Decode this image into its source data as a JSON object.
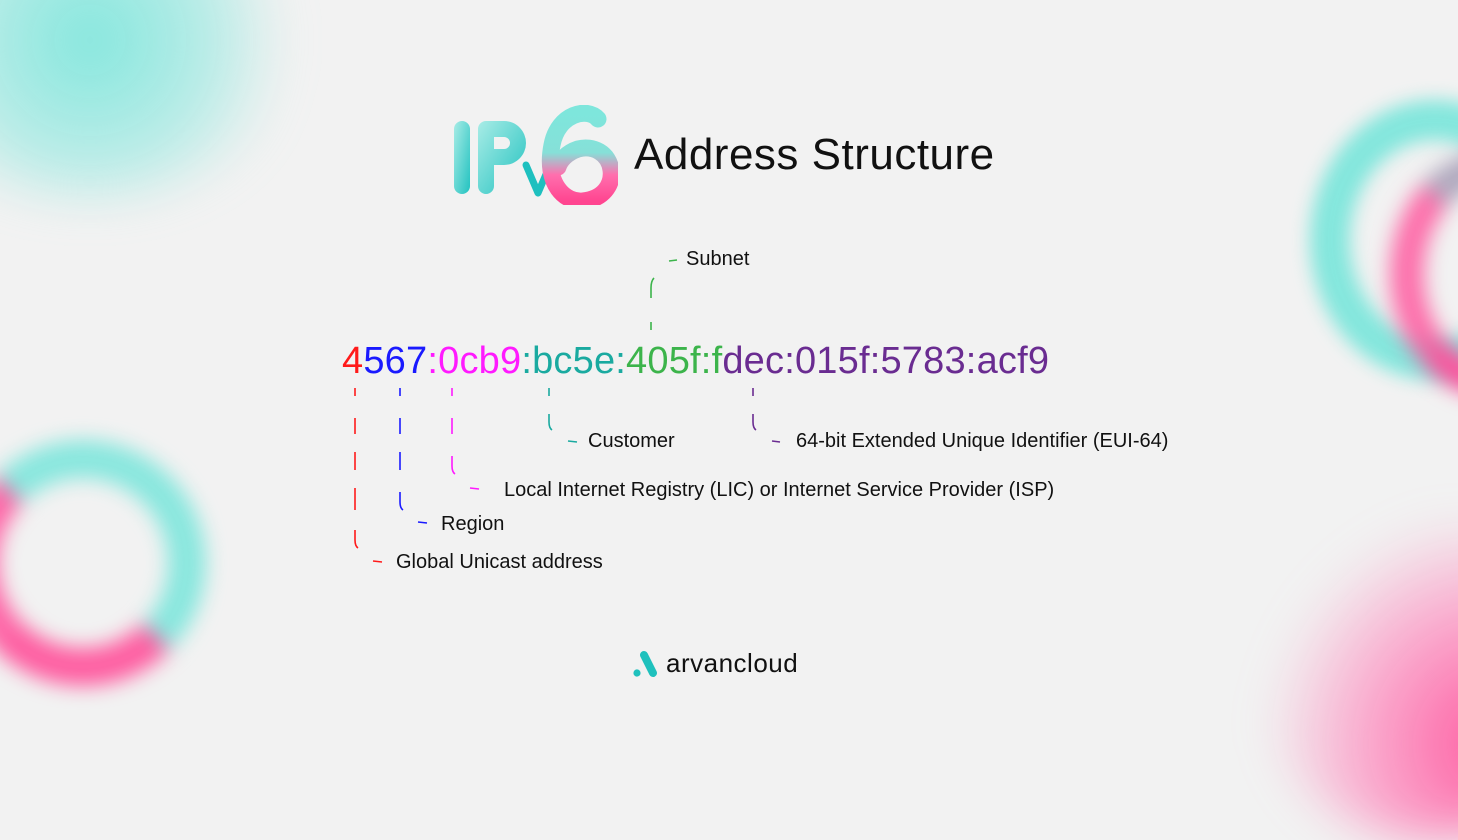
{
  "header": {
    "logo_text_ip": "IP",
    "logo_text_v": "v",
    "logo_text_6": "6",
    "title": "Address Structure"
  },
  "address": {
    "full": "4567:0cb9:bc5e:405f:fdec:015f:5783:acf9",
    "segments": [
      {
        "text": "4",
        "color": "#ff1a1a",
        "role": "Global Unicast address"
      },
      {
        "text": "567",
        "color": "#1a1aff",
        "role": "Region"
      },
      {
        "text": ":0cb9",
        "color": "#ff1aff",
        "role": "Local Internet Registry (LIC) or Internet Service Provider (ISP)"
      },
      {
        "text": ":bc5e:",
        "color": "#1aaaa0",
        "role": "Customer"
      },
      {
        "text": "405f:f",
        "color": "#3cb44b",
        "role": "Subnet"
      },
      {
        "text": "dec:015f:5783:acf9",
        "color": "#6a2c91",
        "role": "64-bit Extended Unique Identifier (EUI-64)"
      }
    ]
  },
  "labels": {
    "subnet": "Subnet",
    "customer": "Customer",
    "eui64": "64-bit Extended Unique Identifier (EUI-64)",
    "lir_isp": "Local Internet Registry (LIC) or Internet Service Provider (ISP)",
    "region": "Region",
    "global_unicast": "Global Unicast address"
  },
  "colors": {
    "background": "#f2f2f2",
    "teal": "#7ee6dc",
    "pink": "#ff4f9a",
    "brand_teal": "#1fc1bd"
  },
  "footer": {
    "brand_name": "arvancloud"
  }
}
